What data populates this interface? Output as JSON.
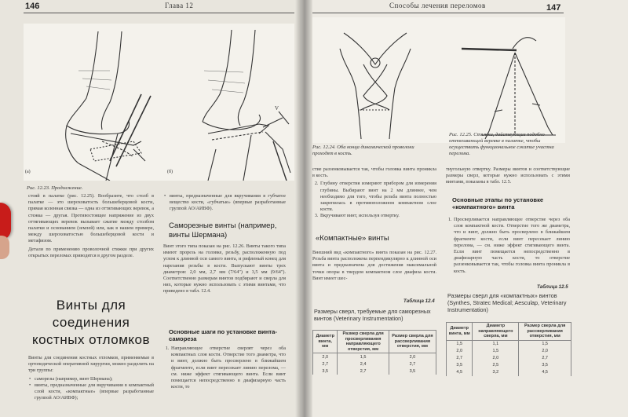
{
  "left_page": {
    "page_number": "146",
    "running_head": "Глава 12",
    "figure": {
      "caption": "Рис. 12.23. Продолжение.",
      "panel_a": "(а)",
      "panel_b": "(б)",
      "label_v": "V"
    },
    "col1": {
      "paragraphs": [
        "стояй в палатке (рис. 12.25). Вообразите, что столб в палатке — это шероховатость большеберцовой кости, прямая коленная связка — одна из оттягивающих веревок, а стежка — другая. Противостоящее напряжение из двух оттягивающих веревок вызывает сжатие между столбом палатки и основанием (землей) или, как в нашем примере, между шероховатостью большеберцовой кости и метафизом.",
        "Детали по применению проволочной стяжки при других открытых переломах приводятся в другом разделе."
      ],
      "heading": "Винты для соединения костных отломков",
      "intro": "Винты для соединения костных отломков, применяемые в ортопедической оперативной хирургии, можно разделить на три группы:",
      "bullets": [
        "саморезы (например, винт Шермана);",
        "винты, предназначенные для вкручивания в компактный слой кости, «компактные» (впервые разработанные группой АО/АИВФ);"
      ]
    },
    "col2": {
      "bullet": "винты, предназначенные для вкручивания в губчатое вещество кости, «губчатые» (впервые разработанные группой АО/АИВФ).",
      "heading": "Саморезные винты (например, винты Шермана)",
      "paragraph": "Винт этого типа показан на рис. 12.26. Винты такого типа имеют прорезь на головке, резьбу, расположенную под углом к длинной оси самого винта, и рифленый конец для нарезания резьбы в кости. Выпускают винты трех диаметров: 2,0 мм, 2,7 мм (7/64″) и 3,5 мм (9/64″). Соответственно размерам винтов подбирают и сверла для них, которые нужно использовать с этими винтами, что приведено в табл. 12.4.",
      "subheading": "Основные шаги по установке винта-самореза",
      "steps": [
        "Направляющее отверстие сверлят через оба компактных слоя кости. Отверстие того диаметра, что и винт, должно быть просверлено в ближайшем фрагменте, если винт пересекает линию перелома, — см. ниже эффект стягивающего винта. Если винт помещается непосредственно в диафизарную часть кости, то"
      ]
    }
  },
  "right_page": {
    "page_number": "147",
    "running_head": "Способы лечения переломов",
    "figure_left_caption": "Рис. 12.24. Оба конца динамической проволоки проходят в кость.",
    "figure_right_caption": "Рис. 12.25. Стяжки, действующие подобно оттягивающей веревке в палатке, чтобы осуществить функциональное сжатие участка перелома.",
    "col1": {
      "lead": "стие раззенковывается так, чтобы головка винта проникла в кость.",
      "steps": [
        "Глубину отверстия измеряют прибором для измерения глубины. Выбирают винт на 2 мм длиннее, чем необходимо для того, чтобы резьба винта полностью закрепилась в противоположном компактном слое кости.",
        "Вкручивают винт, используя отвертку."
      ],
      "heading": "«Компактные» винты",
      "paragraph": "Внешний вид «компактного» винта показан на рис. 12.27. Резьба винта расположена перпендикулярно к длинной оси винта и предназначена для достижения максимальной точки опоры в твердом компактном слое диафиза кости. Винт имеет шес-",
      "table_label": "Таблица 12.4",
      "table_title": "Размеры сверл, требуемые для саморезных винтов (Veterinary Instrumentation)",
      "table_headers": [
        "Диаметр винта, мм",
        "Размер сверла для просверливания направляющего отверстия, мм",
        "Размер сверла для рассверливания отверстия, мм"
      ],
      "table_rows": [
        [
          "2,0",
          "1,5",
          "2,0"
        ],
        [
          "2,7",
          "2,4",
          "2,7"
        ],
        [
          "3,5",
          "2,7",
          "3,5"
        ]
      ]
    },
    "col2": {
      "lead": "тиугольную отвертку. Размеры винтов и соответствующие размеры сверл, которые нужно использовать с этими винтами, показаны в табл. 12.5.",
      "heading": "Основные этапы по установке «компактного» винта",
      "steps": [
        "Просверливается направляющее отверстие через оба слоя компактной кости. Отверстие того же диаметра, что и винт, должно быть просверлено в ближайшем фрагменте кости, если винт пересекает линию перелома, — см. ниже эффект стягивающего винта. Если винт помещается непосредственно в диафизарную часть кости, то отверстие раззенковывается так, чтобы головка винта проникла в кость."
      ],
      "table_label": "Таблица 12.5",
      "table_title": "Размеры сверл для «компактных» винтов (Synthes, Stratec Medical; Aesculap, Veterinary Instrumentation)",
      "table_headers": [
        "Диаметр винта, мм",
        "Диаметр направляющего сверла, мм",
        "Размер сверла для рассверливания отверстия, мм"
      ],
      "table_rows": [
        [
          "1,5",
          "1,1",
          "1,5"
        ],
        [
          "2,0",
          "1,5",
          "2,0"
        ],
        [
          "2,7",
          "2,0",
          "2,7"
        ],
        [
          "3,5",
          "2,5",
          "3,5"
        ],
        [
          "4,5",
          "3,2",
          "4,5"
        ]
      ]
    }
  }
}
